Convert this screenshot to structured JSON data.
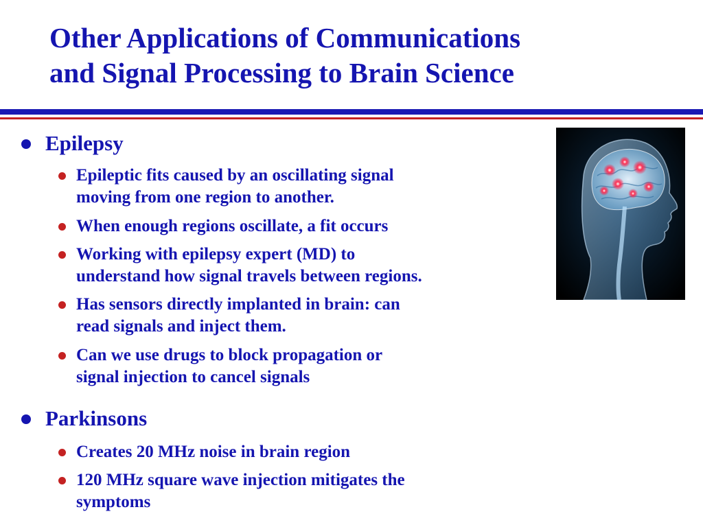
{
  "slide": {
    "title_line1": "Other Applications of Communications",
    "title_line2": "and Signal Processing to Brain Science"
  },
  "bullets": {
    "epilepsy": {
      "label": "Epilepsy",
      "items": [
        {
          "line1": "Epileptic fits caused by an oscillating signal",
          "line2": "moving from one region to another."
        },
        {
          "line1": "When enough regions oscillate, a fit occurs"
        },
        {
          "line1": "Working with epilepsy expert (MD) to",
          "line2": "understand how signal travels between regions."
        },
        {
          "line1": "Has sensors directly implanted in brain: can",
          "line2": "read signals and inject them."
        },
        {
          "line1": "Can we use drugs to block propagation or",
          "line2": "signal injection to cancel signals"
        }
      ]
    },
    "parkinsons": {
      "label": "Parkinsons",
      "items": [
        {
          "line1": "Creates 20 MHz noise in brain region"
        },
        {
          "line1": "120 MHz square wave injection mitigates the",
          "line2": "symptoms"
        }
      ]
    }
  },
  "colors": {
    "text_blue": "#1515b0",
    "rule_blue": "#1a1ab4",
    "rule_red": "#c42222",
    "bullet_red": "#c42222"
  },
  "image": {
    "icon": "glowing-brain-xray-head-illustration"
  }
}
